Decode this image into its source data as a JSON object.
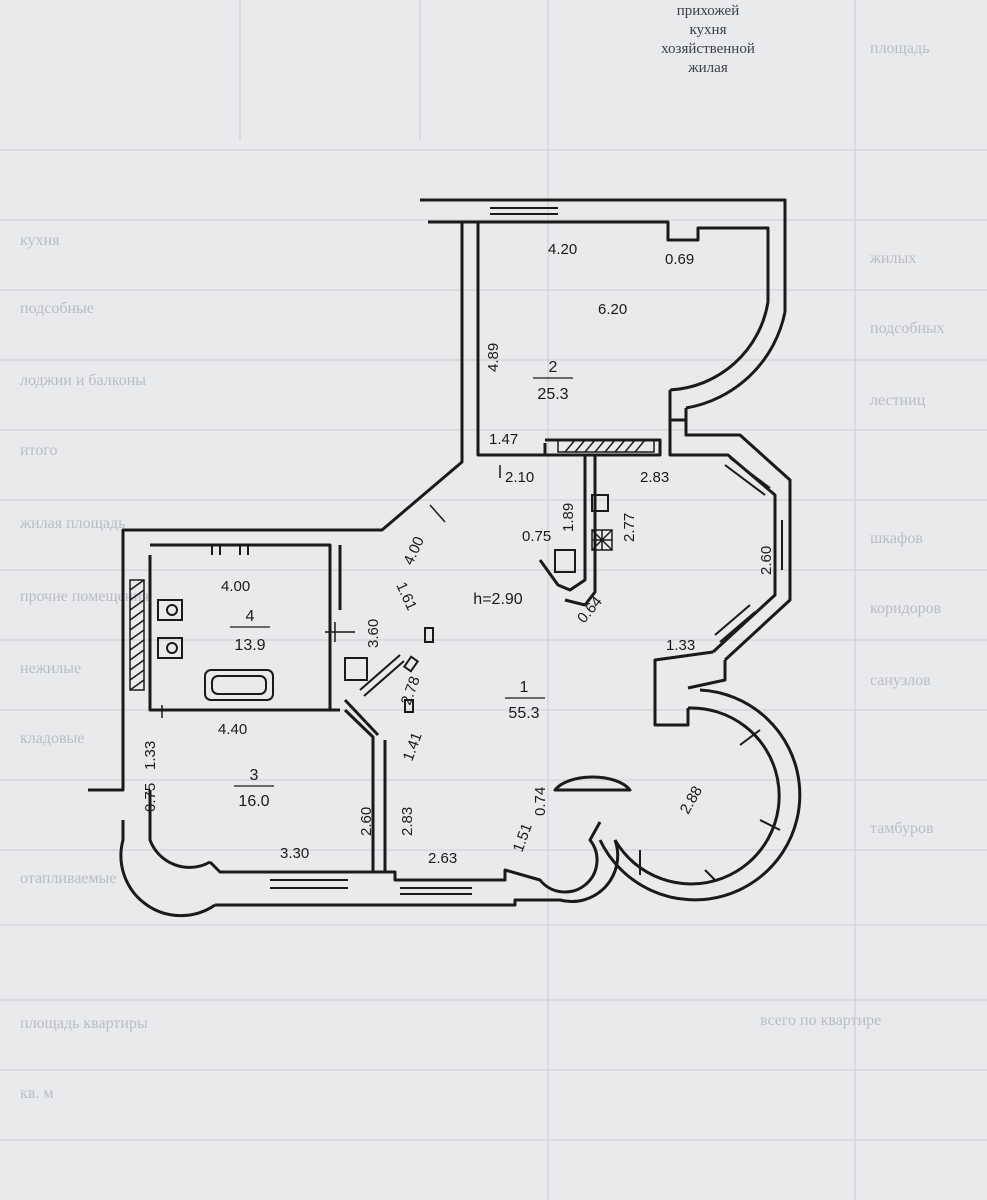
{
  "colors": {
    "paper": "#e9eaec",
    "ink": "#1a1a1a",
    "faint": "#b9bcc2"
  },
  "header_text": [
    "прихожей",
    "кухня",
    "хозяйственной",
    "жилая"
  ],
  "background_labels": [
    "кухня",
    "подсобные",
    "лоджии и балконы",
    "итого",
    "жилая площадь",
    "прочие помещения",
    "нежилые",
    "кладовые",
    "отапливаемые",
    "площадь квартиры",
    "всего по квартире",
    "кв. м"
  ],
  "background_side_labels": [
    "площадь",
    "жилых",
    "подсобных",
    "лестниц",
    "шкафов",
    "коридоров",
    "санузлов",
    "тамбуров"
  ],
  "plan": {
    "ceiling_height": "h=2.90",
    "rooms": [
      {
        "number": "1",
        "area": "55.3"
      },
      {
        "number": "2",
        "area": "25.3"
      },
      {
        "number": "3",
        "area": "16.0"
      },
      {
        "number": "4",
        "area": "13.9"
      }
    ],
    "dimensions": [
      "4.20",
      "0.69",
      "6.20",
      "4.89",
      "1.47",
      "2.10",
      "2.83",
      "1.89",
      "2.77",
      "0.75",
      "0.64",
      "2.60",
      "1.33",
      "4.00",
      "1.61",
      "3.60",
      "2.78",
      "1.41",
      "4.00",
      "4.40",
      "1.33",
      "0.75",
      "3.30",
      "2.60",
      "2.83",
      "2.63",
      "1.51",
      "0.74",
      "2.88"
    ]
  }
}
